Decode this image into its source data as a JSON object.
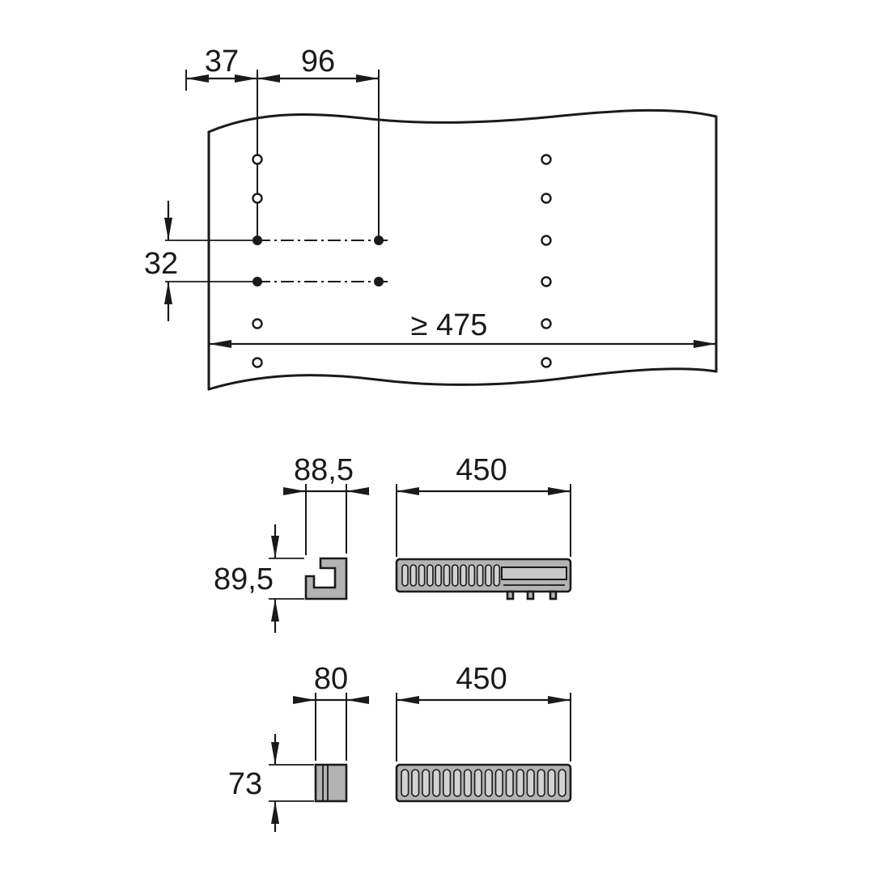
{
  "colors": {
    "line": "#1a1a1a",
    "part_fill": "#b3b3b3",
    "part_fill_light": "#c8c8c8",
    "slot_fill": "#d2d2d2",
    "background": "#ffffff"
  },
  "top_view": {
    "dim_edge_distance": "37",
    "dim_hole_spacing": "96",
    "dim_row_spacing": "32",
    "dim_min_width": "≥ 475"
  },
  "middle_unit": {
    "dim_depth": "88,5",
    "dim_length": "450",
    "dim_height": "89,5",
    "slot_count": 12
  },
  "bottom_unit": {
    "dim_depth": "80",
    "dim_length": "450",
    "dim_height": "73",
    "slot_count": 16
  }
}
